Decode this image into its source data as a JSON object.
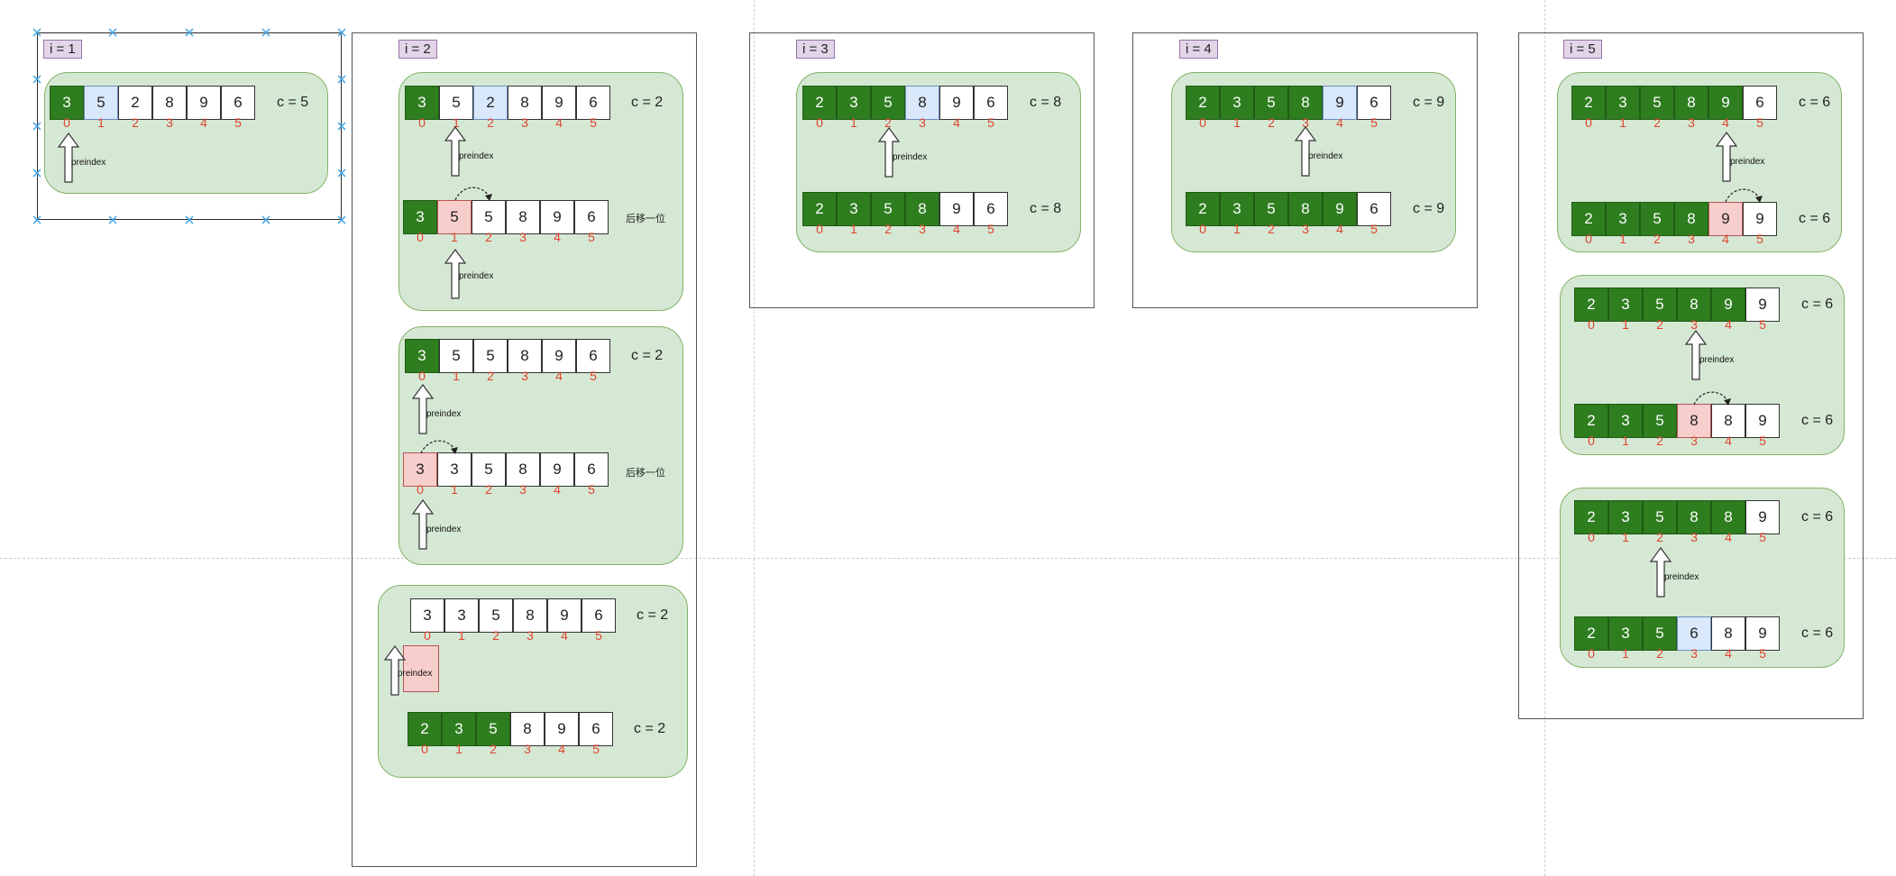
{
  "colors": {
    "sorted_fill": "#2e7d1f",
    "key_fill": "#dae8fc",
    "moved_fill": "#f8cecc",
    "group_fill": "#d5e8d4",
    "label_fill": "#e1d5e7",
    "index_text": "#e0442f"
  },
  "pointer_label": "preindex",
  "shift_note": "后移一位",
  "panels": [
    {
      "label": "i = 1",
      "steps": [
        {
          "values": [
            "3",
            "5",
            "2",
            "8",
            "9",
            "6"
          ],
          "indices": [
            "0",
            "1",
            "2",
            "3",
            "4",
            "5"
          ],
          "c_text": "c = 5"
        }
      ]
    },
    {
      "label": "i = 2",
      "steps": [
        {
          "values": [
            "3",
            "5",
            "2",
            "8",
            "9",
            "6"
          ],
          "indices": [
            "0",
            "1",
            "2",
            "3",
            "4",
            "5"
          ],
          "c_text": "c = 2"
        },
        {
          "values": [
            "3",
            "5",
            "5",
            "8",
            "9",
            "6"
          ],
          "indices": [
            "0",
            "1",
            "2",
            "3",
            "4",
            "5"
          ],
          "c_text": ""
        },
        {
          "values": [
            "3",
            "5",
            "5",
            "8",
            "9",
            "6"
          ],
          "indices": [
            "0",
            "1",
            "2",
            "3",
            "4",
            "5"
          ],
          "c_text": "c = 2"
        },
        {
          "values": [
            "3",
            "3",
            "5",
            "8",
            "9",
            "6"
          ],
          "indices": [
            "0",
            "1",
            "2",
            "3",
            "4",
            "5"
          ],
          "c_text": ""
        },
        {
          "values": [
            "3",
            "3",
            "5",
            "8",
            "9",
            "6"
          ],
          "indices": [
            "0",
            "1",
            "2",
            "3",
            "4",
            "5"
          ],
          "c_text": "c = 2"
        },
        {
          "values": [
            "2",
            "3",
            "5",
            "8",
            "9",
            "6"
          ],
          "indices": [
            "0",
            "1",
            "2",
            "3",
            "4",
            "5"
          ],
          "c_text": "c = 2"
        }
      ]
    },
    {
      "label": "i = 3",
      "steps": [
        {
          "values": [
            "2",
            "3",
            "5",
            "8",
            "9",
            "6"
          ],
          "indices": [
            "0",
            "1",
            "2",
            "3",
            "4",
            "5"
          ],
          "c_text": "c = 8"
        },
        {
          "values": [
            "2",
            "3",
            "5",
            "8",
            "9",
            "6"
          ],
          "indices": [
            "0",
            "1",
            "2",
            "3",
            "4",
            "5"
          ],
          "c_text": "c = 8"
        }
      ]
    },
    {
      "label": "i = 4",
      "steps": [
        {
          "values": [
            "2",
            "3",
            "5",
            "8",
            "9",
            "6"
          ],
          "indices": [
            "0",
            "1",
            "2",
            "3",
            "4",
            "5"
          ],
          "c_text": "c = 9"
        },
        {
          "values": [
            "2",
            "3",
            "5",
            "8",
            "9",
            "6"
          ],
          "indices": [
            "0",
            "1",
            "2",
            "3",
            "4",
            "5"
          ],
          "c_text": "c = 9"
        }
      ]
    },
    {
      "label": "i = 5",
      "steps": [
        {
          "values": [
            "2",
            "3",
            "5",
            "8",
            "9",
            "6"
          ],
          "indices": [
            "0",
            "1",
            "2",
            "3",
            "4",
            "5"
          ],
          "c_text": "c = 6"
        },
        {
          "values": [
            "2",
            "3",
            "5",
            "8",
            "9",
            "9"
          ],
          "indices": [
            "0",
            "1",
            "2",
            "3",
            "4",
            "5"
          ],
          "c_text": "c = 6"
        },
        {
          "values": [
            "2",
            "3",
            "5",
            "8",
            "9",
            "9"
          ],
          "indices": [
            "0",
            "1",
            "2",
            "3",
            "4",
            "5"
          ],
          "c_text": "c = 6"
        },
        {
          "values": [
            "2",
            "3",
            "5",
            "8",
            "8",
            "9"
          ],
          "indices": [
            "0",
            "1",
            "2",
            "3",
            "4",
            "5"
          ],
          "c_text": "c = 6"
        },
        {
          "values": [
            "2",
            "3",
            "5",
            "8",
            "8",
            "9"
          ],
          "indices": [
            "0",
            "1",
            "2",
            "3",
            "4",
            "5"
          ],
          "c_text": "c = 6"
        },
        {
          "values": [
            "2",
            "3",
            "5",
            "6",
            "8",
            "9"
          ],
          "indices": [
            "0",
            "1",
            "2",
            "3",
            "4",
            "5"
          ],
          "c_text": "c = 6"
        }
      ]
    }
  ]
}
